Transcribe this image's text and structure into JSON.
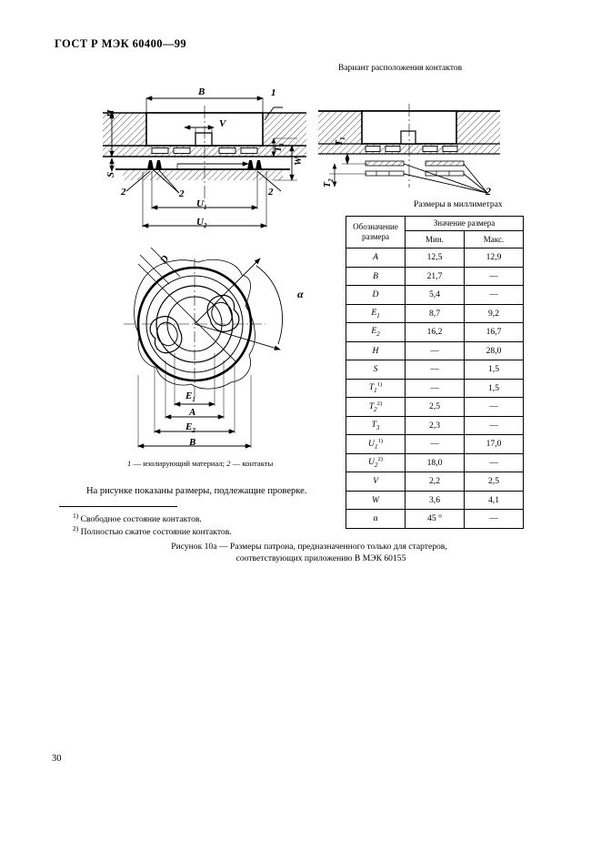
{
  "document": {
    "standard_header": "ГОСТ Р МЭК 60400—99",
    "page_number": "30"
  },
  "captions": {
    "variant": "Вариант расположения контактов",
    "millimeters": "Размеры в миллиметрах",
    "legend_prefix": "1",
    "legend_text_1": " — изолирующий материал; ",
    "legend_prefix_2": "2",
    "legend_text_2": " — контакты",
    "legend_full": "1 — изолирующий материал; 2 — контакты",
    "note": "На рисунке показаны размеры, подлежащие проверке.",
    "footnote_1": "Свободное состояние контактов.",
    "footnote_2": "Полностью сжатое состояние контактов.",
    "footnote_1_marker": "1)",
    "footnote_2_marker": "2)",
    "figure_caption_line1": "Рисунок 10а — Размеры патрона, предназначенного только для стартеров,",
    "figure_caption_line2": "соответствующих приложению В МЭК 60155"
  },
  "table": {
    "header_symbol": "Обозначение размера",
    "header_symbol_line1": "Обозначение",
    "header_symbol_line2": "размера",
    "header_value": "Значение  размера",
    "header_min": "Мин.",
    "header_max": "Макс.",
    "rows": [
      {
        "symbol": "A",
        "sub": "",
        "sup": "",
        "min": "12,5",
        "max": "12,9"
      },
      {
        "symbol": "B",
        "sub": "",
        "sup": "",
        "min": "21,7",
        "max": "—"
      },
      {
        "symbol": "D",
        "sub": "",
        "sup": "",
        "min": "5,4",
        "max": "—"
      },
      {
        "symbol": "E",
        "sub": "1",
        "sup": "",
        "min": "8,7",
        "max": "9,2"
      },
      {
        "symbol": "E",
        "sub": "2",
        "sup": "",
        "min": "16,2",
        "max": "16,7"
      },
      {
        "symbol": "H",
        "sub": "",
        "sup": "",
        "min": "—",
        "max": "28,0"
      },
      {
        "symbol": "S",
        "sub": "",
        "sup": "",
        "min": "—",
        "max": "1,5"
      },
      {
        "symbol": "T",
        "sub": "1",
        "sup": "1)",
        "min": "—",
        "max": "1,5"
      },
      {
        "symbol": "T",
        "sub": "2",
        "sup": "2)",
        "min": "2,5",
        "max": "—"
      },
      {
        "symbol": "T",
        "sub": "3",
        "sup": "",
        "min": "2,3",
        "max": "—"
      },
      {
        "symbol": "U",
        "sub": "1",
        "sup": "1)",
        "min": "—",
        "max": "17,0"
      },
      {
        "symbol": "U",
        "sub": "2",
        "sup": "2)",
        "min": "18,0",
        "max": "—"
      },
      {
        "symbol": "V",
        "sub": "",
        "sup": "",
        "min": "2,2",
        "max": "2,5"
      },
      {
        "symbol": "W",
        "sub": "",
        "sup": "",
        "min": "3,6",
        "max": "4,1"
      },
      {
        "symbol": "α",
        "sub": "",
        "sup": "",
        "min": "45 °",
        "max": "—"
      }
    ]
  },
  "drawings": {
    "section_view": {
      "name": "lampholder-section-view",
      "dimension_labels": [
        "B",
        "H",
        "S",
        "V",
        "W",
        "T3",
        "U1",
        "U2"
      ],
      "part_callouts": [
        "1",
        "2",
        "2",
        "2"
      ]
    },
    "variant_view": {
      "name": "contact-arrangement-variant-view",
      "dimension_labels": [
        "T1",
        "T2"
      ],
      "part_callouts": [
        "2"
      ]
    },
    "plan_view": {
      "name": "lampholder-plan-view",
      "dimension_labels": [
        "D",
        "E1",
        "A",
        "E2",
        "B",
        "a"
      ]
    }
  },
  "colors": {
    "ink": "#000000",
    "paper": "#ffffff"
  }
}
